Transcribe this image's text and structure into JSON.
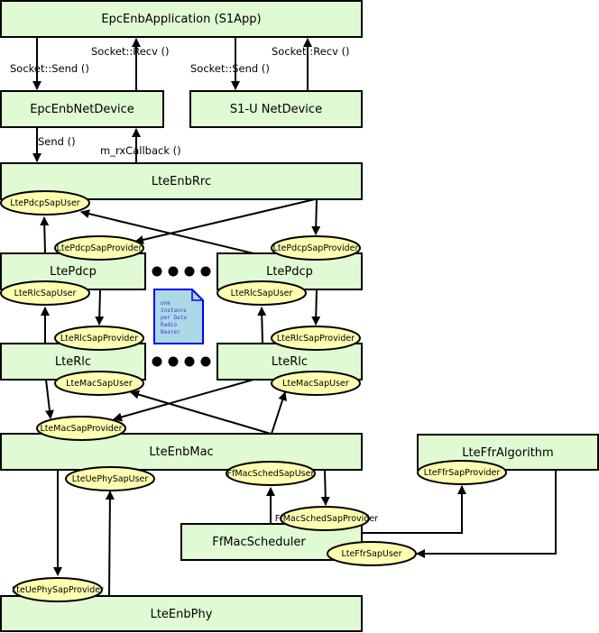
{
  "blocks": {
    "epc_app": "EpcEnbApplication (S1App)",
    "netdevice": "EpcEnbNetDevice",
    "s1u": "S1-U NetDevice",
    "rrc": "LteEnbRrc",
    "pdcp1": "LtePdcp",
    "pdcp2": "LtePdcp",
    "rlc1": "LteRlc",
    "rlc2": "LteRlc",
    "mac": "LteEnbMac",
    "ffr": "LteFfrAlgorithm",
    "sched": "FfMacScheduler",
    "phy": "LteEnbPhy"
  },
  "saps": {
    "pdcp_sap_user": "LtePdcpSapUser",
    "pdcp_sap_provider_1": "LtePdcpSapProvider",
    "pdcp_sap_provider_2": "LtePdcpSapProvider",
    "rlc_sap_user_1": "LteRlcSapUser",
    "rlc_sap_user_2": "LteRlcSapUser",
    "rlc_sap_provider_1": "LteRlcSapProvider",
    "rlc_sap_provider_2": "LteRlcSapProvider",
    "mac_sap_user_1": "LteMacSapUser",
    "mac_sap_user_2": "LteMacSapUser",
    "mac_sap_provider": "LteMacSapProvider",
    "ue_phy_sap_user": "LteUePhySapUser",
    "ue_phy_sap_provider": "LteUePhySapProvider",
    "ffmac_sched_sap_user": "FfMacSchedSapUser",
    "ffmac_sched_sap_provider": "FfMacSchedSapProvider",
    "ffr_sap_provider": "LteFfrSapProvider",
    "ffr_sap_user": "LteFfrSapUser"
  },
  "edge_labels": {
    "socket_recv_1": "Socket::Recv ()",
    "socket_send_1": "Socket::Send ()",
    "socket_recv_2": "Socket::Recv ()",
    "socket_send_2": "Socket::Send ()",
    "send": "Send ()",
    "rx_callback": "m_rxCallback ()"
  },
  "note": {
    "line1": "one",
    "line2": "instance",
    "line3": "per Data",
    "line4": "Radio",
    "line5": "Bearer"
  },
  "colors": {
    "block_fill": "#e0fad3",
    "sap_fill": "#fefeb1",
    "note_fill": "#add8e6",
    "note_stroke": "#0000ff"
  }
}
